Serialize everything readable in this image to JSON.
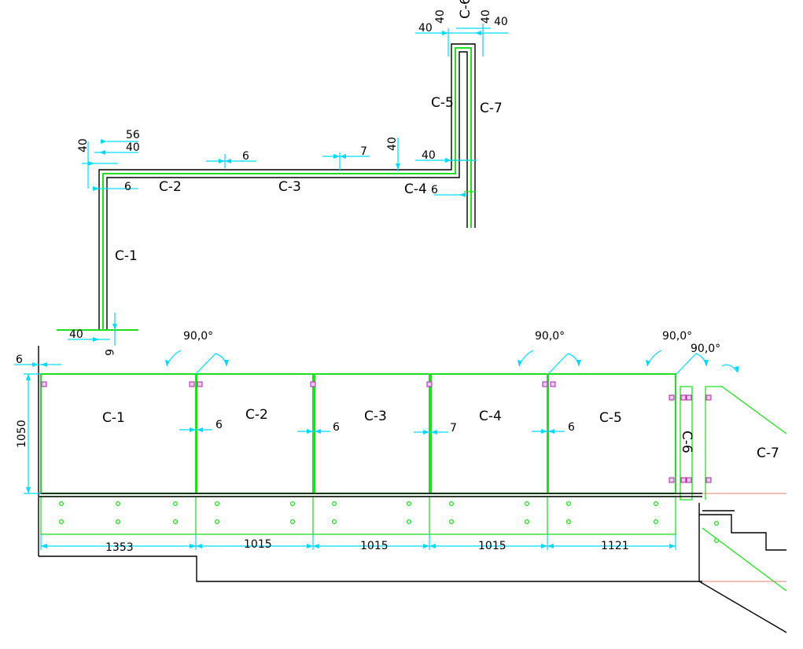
{
  "plan": {
    "panels": [
      "C-1",
      "C-2",
      "C-3",
      "C-4",
      "C-5",
      "C-6",
      "C-7"
    ],
    "dims": {
      "d40_top_left": "40",
      "d40_top_mid": "40",
      "d40_top_right": "40",
      "d40_c4": "40",
      "d40_c5": "40",
      "d40_left_corner": "40",
      "d40_bottom": "40",
      "d56": "56",
      "d6_c1": "6",
      "d6_c2": "6",
      "d6_c5": "6",
      "d6_bottom": "6",
      "d7_c3": "7"
    }
  },
  "elevation": {
    "panels": [
      {
        "label": "C-1",
        "width": "1353",
        "gap": "6"
      },
      {
        "label": "C-2",
        "width": "1015",
        "gap": "6"
      },
      {
        "label": "C-3",
        "width": "1015",
        "gap": "7"
      },
      {
        "label": "C-4",
        "width": "1015",
        "gap": "6"
      },
      {
        "label": "C-5",
        "width": "1121"
      },
      {
        "label": "C-6"
      },
      {
        "label": "C-7"
      }
    ],
    "height": "1050",
    "left_gap": "6",
    "angles": [
      "90,0°",
      "90,0°",
      "90,0°",
      "90,0°"
    ]
  }
}
